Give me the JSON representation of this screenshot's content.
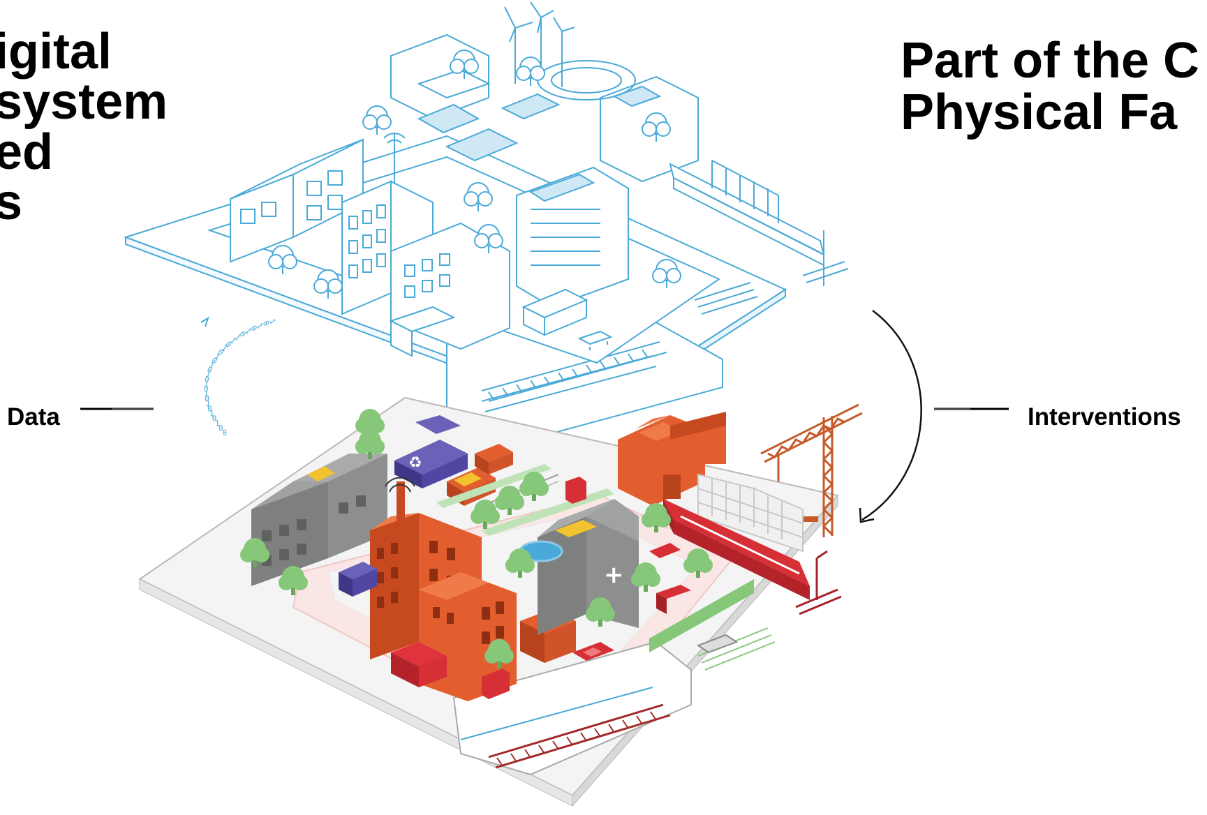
{
  "left_title": [
    "igital",
    "system",
    "ed",
    "s"
  ],
  "right_title": [
    "Part of the C",
    "Physical Fa"
  ],
  "labels": {
    "data": "Data",
    "interventions": "Interventions"
  },
  "binary_stream": [
    "1",
    "0",
    "1",
    "0",
    "1",
    "0",
    "1",
    "1",
    "0",
    "1",
    "0",
    "1",
    "0",
    "1",
    "0",
    "1",
    "0",
    "1",
    "0",
    "1",
    "0",
    "1",
    "0",
    "1",
    "0",
    "1",
    "0",
    "0"
  ],
  "colors": {
    "digital_line": "#49a9d8",
    "brick": "#e35e2e",
    "grey": "#8c8f8e",
    "green": "#86c77a",
    "red": "#d62f36",
    "purple": "#5147a3",
    "yellow": "#f2c32e"
  },
  "icons": [
    "recycling-icon",
    "medical-cross-icon",
    "wind-turbine-icon",
    "solar-panel-icon",
    "crane-icon",
    "train-icon"
  ]
}
